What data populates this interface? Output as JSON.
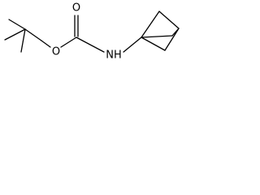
{
  "atoms": {
    "carbonyl_oxygen": "O",
    "ester_oxygen": "O",
    "amine_nitrogen": "NH"
  }
}
